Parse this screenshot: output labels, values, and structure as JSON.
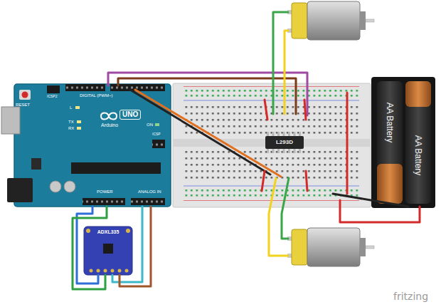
{
  "diagram": {
    "nodes": [
      {
        "text": [
          "RESET",
          "ICSP2",
          "L",
          "TX",
          "RX",
          "UNO",
          "Arduino",
          "ON",
          "ICSP",
          "DIGITAL (PWM~)",
          "POWER",
          "ANALOG IN"
        ]
      },
      {
        "text": [
          "L293D"
        ]
      },
      {
        "text": [
          "AA Battery"
        ]
      },
      {
        "text": [
          "AA Battery"
        ]
      },
      {
        "text": [
          "ADXL335"
        ]
      }
    ],
    "edges": [
      {
        "from": 0,
        "to": 4,
        "arrow": "none"
      },
      {
        "from": 0,
        "to": 4,
        "arrow": "none"
      },
      {
        "from": 0,
        "to": 4,
        "arrow": "none"
      },
      {
        "from": 0,
        "to": 4,
        "arrow": "none"
      }
    ],
    "labels": [
      "fritzing"
    ]
  }
}
